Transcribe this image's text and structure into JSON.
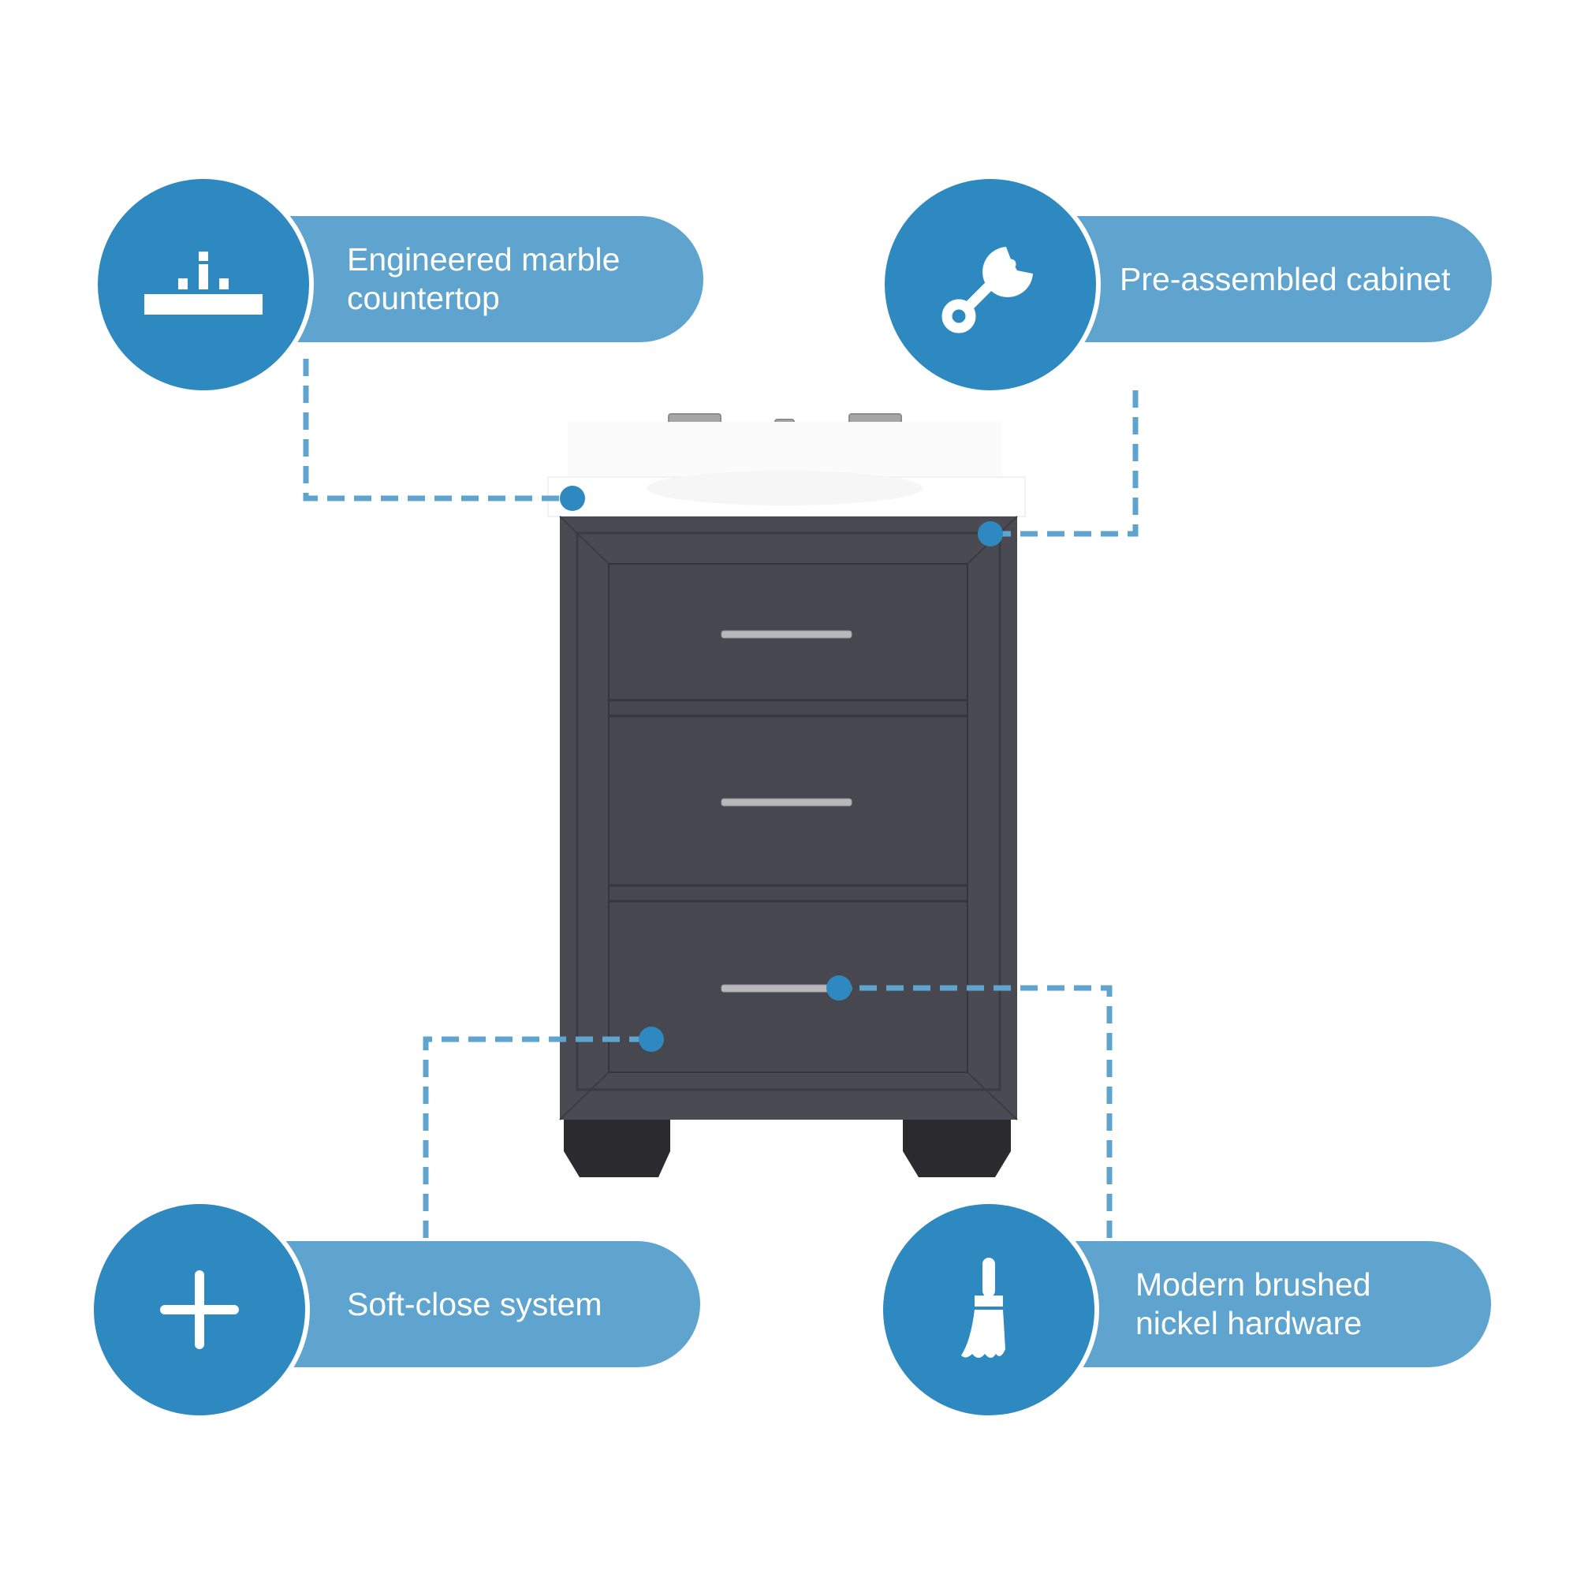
{
  "colors": {
    "circle": "#2e89c0",
    "pill": "#5ea4cf",
    "leader_line": "#5ea4cf",
    "dot": "#2e89c0",
    "cabinet": "#4a4a52",
    "hardware": "#b8b8ba",
    "countertop": "#ffffff"
  },
  "features": [
    {
      "label": "Engineered marble\ncountertop",
      "icon": "countertop-sink-icon"
    },
    {
      "label": "Pre-assembled cabinet",
      "icon": "wrench-icon"
    },
    {
      "label": "Soft-close system",
      "icon": "plus-icon"
    },
    {
      "label": "Modern brushed\nnickel hardware",
      "icon": "paint-brush-icon"
    }
  ],
  "product": {
    "drawers": 3,
    "finish": "dark gray",
    "hardware": "brushed nickel bar pulls",
    "faucet": "widespread two-handle"
  }
}
